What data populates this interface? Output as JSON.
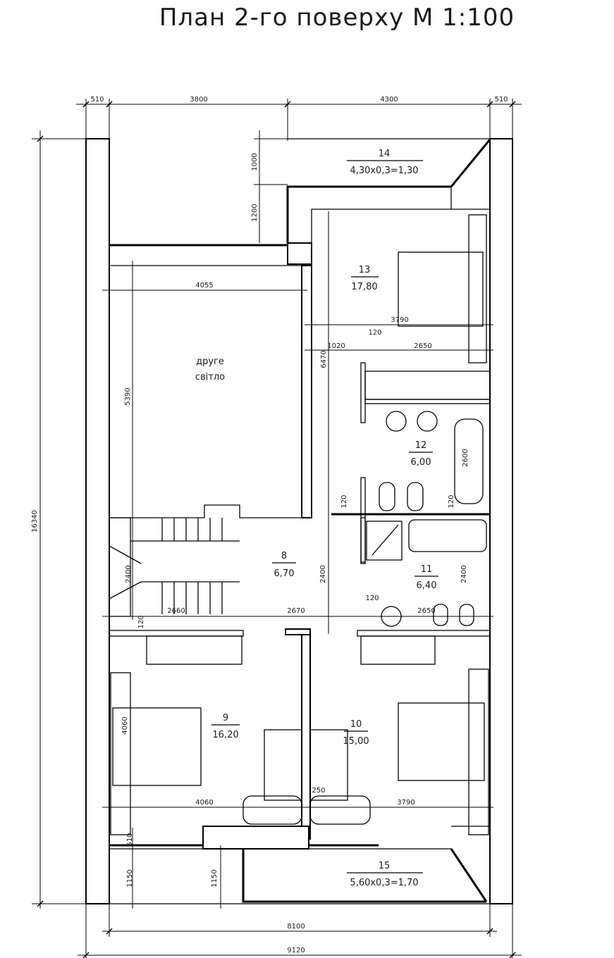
{
  "title": "План 2-го поверху  М 1:100",
  "dimensions": {
    "top": [
      "510",
      "3800",
      "4300",
      "510"
    ],
    "bottom_inner": "8100",
    "bottom_outer": "9120",
    "left_total": "16340",
    "balcony_depth_1": "1000",
    "balcony_depth_2": "1200",
    "void_width": "4055",
    "void_height": "5390",
    "room13_width": "3790",
    "corridor_1020": "1020",
    "wall_120_a": "120",
    "bath_width": "2650",
    "height_6470": "6470",
    "bath_height": "2600",
    "wall_120_b": "120",
    "wall_120_c": "120",
    "stair_height": "2400",
    "hall_height": "2400",
    "wc_height": "2400",
    "stair_width": "2660",
    "hall_width": "2670",
    "wall_120_d": "120",
    "wc_width": "2650",
    "wall_120_e": "120",
    "room9_depth": "4060",
    "room9_width": "4060",
    "wall_250": "250",
    "room10_width": "3790",
    "wall_510": "510",
    "balcony15_left": "1150",
    "balcony15_mid": "1150"
  },
  "rooms": [
    {
      "number": "14",
      "area": "4,30x0,3=1,30"
    },
    {
      "number": "13",
      "area": "17,80"
    },
    {
      "number": "12",
      "area": "6,00"
    },
    {
      "number": "8",
      "area": "6,70"
    },
    {
      "number": "11",
      "area": "6,40"
    },
    {
      "number": "9",
      "area": "16,20"
    },
    {
      "number": "10",
      "area": "15,00"
    },
    {
      "number": "15",
      "area": "5,60x0,3=1,70"
    }
  ],
  "void_label": [
    "друге",
    "світло"
  ]
}
